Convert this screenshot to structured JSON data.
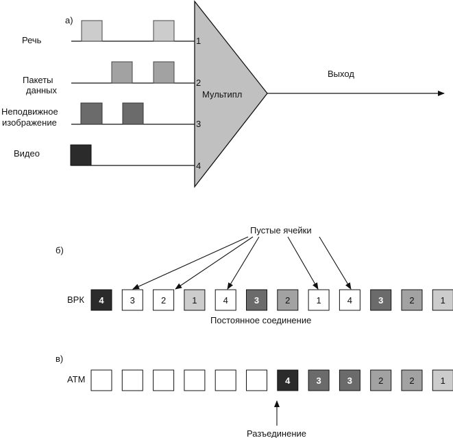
{
  "colors": {
    "speech": "#cccccc",
    "data": "#a2a2a2",
    "image": "#6b6b6b",
    "video": "#2b2b2b",
    "mux": "#c0c0c0",
    "line": "#111111",
    "empty": "#ffffff"
  },
  "part_a": {
    "label": "а)",
    "inputs": [
      {
        "label_lines": [
          "Речь"
        ],
        "port": "1",
        "type": "speech"
      },
      {
        "label_lines": [
          "Пакеты",
          "данных"
        ],
        "port": "2",
        "type": "data"
      },
      {
        "label_lines": [
          "Неподвижное",
          "изображение"
        ],
        "port": "3",
        "type": "image"
      },
      {
        "label_lines": [
          "Видео"
        ],
        "port": "4",
        "type": "video"
      }
    ],
    "mux_label": "Мультипл",
    "output_label": "Выход"
  },
  "part_b": {
    "label": "б)",
    "row_label": "ВРК",
    "empty_cells_label": "Пустые ячейки",
    "caption": "Постоянное  соединение",
    "cells": [
      {
        "text": "4",
        "type": "video"
      },
      {
        "text": "3",
        "type": "empty"
      },
      {
        "text": "2",
        "type": "empty"
      },
      {
        "text": "1",
        "type": "speech"
      },
      {
        "text": "4",
        "type": "empty"
      },
      {
        "text": "3",
        "type": "image"
      },
      {
        "text": "2",
        "type": "data"
      },
      {
        "text": "1",
        "type": "empty"
      },
      {
        "text": "4",
        "type": "empty"
      },
      {
        "text": "3",
        "type": "image"
      },
      {
        "text": "2",
        "type": "data"
      },
      {
        "text": "1",
        "type": "speech"
      }
    ]
  },
  "part_c": {
    "label": "в)",
    "row_label": "АТМ",
    "caption": "Разъединение",
    "cells": [
      {
        "text": "",
        "type": "empty"
      },
      {
        "text": "",
        "type": "empty"
      },
      {
        "text": "",
        "type": "empty"
      },
      {
        "text": "",
        "type": "empty"
      },
      {
        "text": "",
        "type": "empty"
      },
      {
        "text": "",
        "type": "empty"
      },
      {
        "text": "4",
        "type": "video"
      },
      {
        "text": "3",
        "type": "image"
      },
      {
        "text": "3",
        "type": "image"
      },
      {
        "text": "2",
        "type": "data"
      },
      {
        "text": "2",
        "type": "data"
      },
      {
        "text": "1",
        "type": "speech"
      }
    ]
  }
}
